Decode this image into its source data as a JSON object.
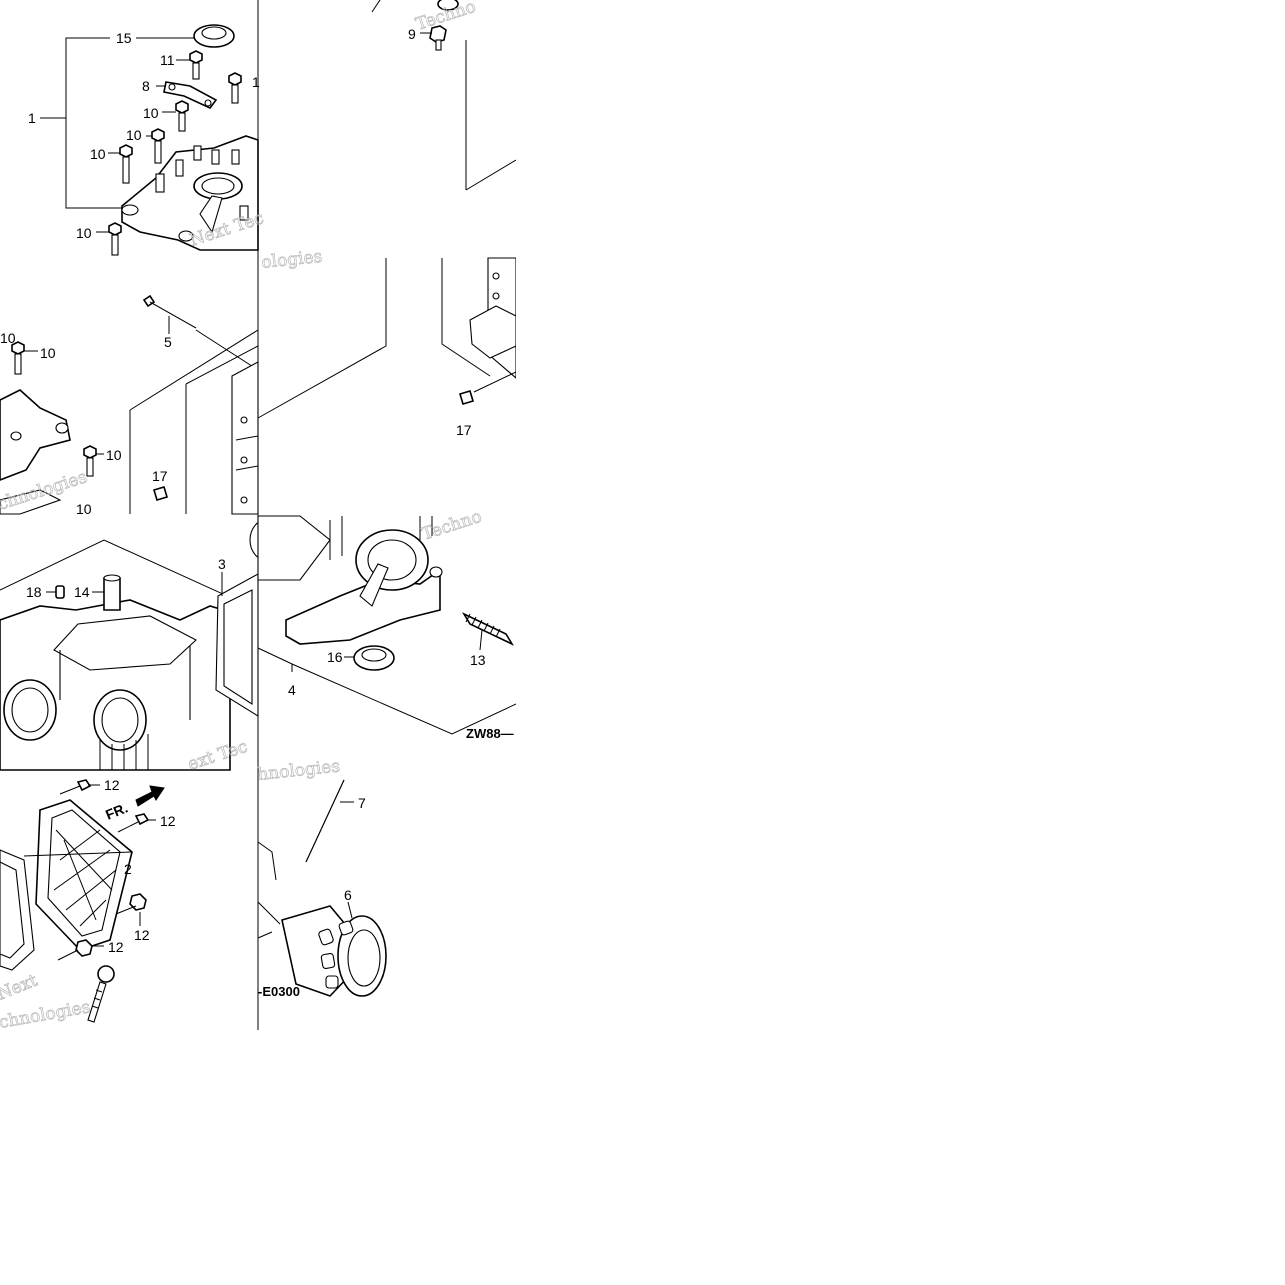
{
  "diagram": {
    "callouts": {
      "p1": "1",
      "p2": "2",
      "p3": "3",
      "p4": "4",
      "p5": "5",
      "p6": "6",
      "p7": "7",
      "p8": "8",
      "p9": "9",
      "p10": "10",
      "p11": "11",
      "p12": "12",
      "p13": "13",
      "p14": "14",
      "p15": "15",
      "p16": "16",
      "p17": "17",
      "p18": "18"
    },
    "codes": {
      "ref_a": "ZW88—",
      "ref_b": "-E0300"
    },
    "direction_label": "FR.",
    "watermark_words": [
      "Techno",
      "Next Tec",
      "hnologies",
      "chnologies",
      "ext Tec",
      "ologies",
      "Next",
      "chnologies"
    ]
  }
}
